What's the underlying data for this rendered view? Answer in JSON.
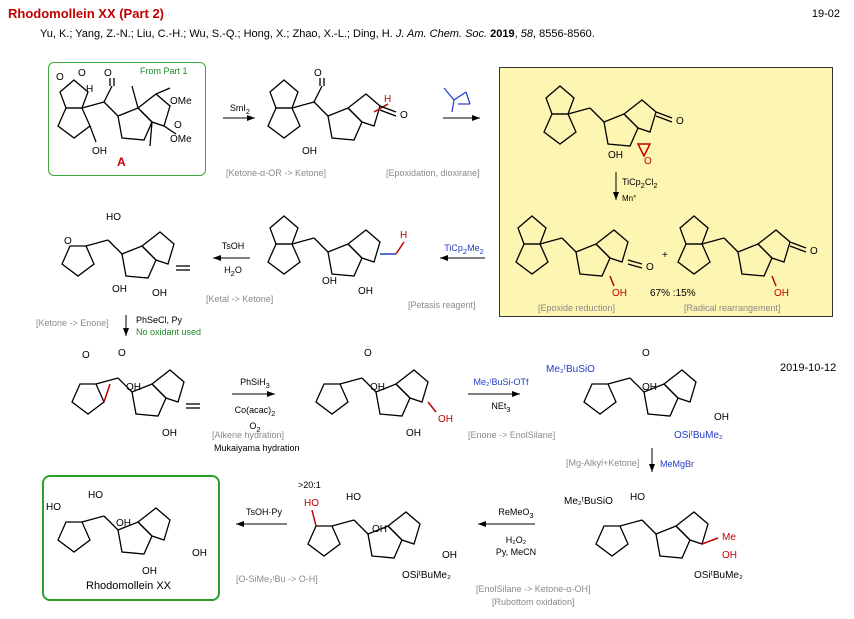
{
  "header": {
    "title": "Rhodomollein XX (Part 2)",
    "page_number": "19-02",
    "authors": "Yu, K.; Yang, Z.-N.; Liu, C.-H.; Wu, S.-Q.; Hong, X.; Zhao, X.-L.; Ding, H.",
    "journal": "J. Am. Chem. Soc.",
    "year": "2019",
    "volume": "58",
    "pages": ", 8556-8560."
  },
  "date": "2019-10-12",
  "compound_A": {
    "tag": "From Part 1",
    "label": "A"
  },
  "steps": {
    "s1": {
      "reagent": "SmI",
      "reagent_sub": "2",
      "desc": "[Ketone-α-OR -> Ketone]"
    },
    "s2": {
      "desc": "[Epoxidation, dioxirane]"
    },
    "s3": {
      "reagent": "TiCp",
      "reagent_sub": "2",
      "reagent_tail": "Cl",
      "reagent_sub2": "2",
      "reagent2": "Mn°"
    },
    "s3_products": {
      "desc_left": "[Epoxide reduction]",
      "desc_right": "[Radical rearrangement]",
      "ratio": "67% :15%",
      "plus": "+"
    },
    "s4": {
      "reagent": "TiCp",
      "reagent_sub": "2",
      "reagent_tail": "Me",
      "reagent_sub2": "2",
      "desc": "[Petasis reagent]"
    },
    "s5": {
      "reagent": "TsOH",
      "reagent2": "H",
      "reagent2_sub": "2",
      "reagent2_tail": "O",
      "desc": "[Ketal -> Ketone]"
    },
    "s6": {
      "desc": "[Ketone -> Enone]",
      "reagent": "PhSeCl, Py",
      "note": "No oxidant used"
    },
    "s7": {
      "reagent": "PhSiH",
      "reagent_sub": "3",
      "reagent2": "Co(acac)",
      "reagent2_sub": "2",
      "reagent3": "O",
      "reagent3_sub": "2",
      "desc": "[Alkene hydration]",
      "name": "Mukaiyama hydration"
    },
    "s8": {
      "reagent": "Me₂ᵗBuSi-OTf",
      "reagent2": "NEt",
      "reagent2_sub": "3",
      "desc": "[Enone -> EnolSilane]"
    },
    "s9": {
      "desc": "[Mg-Alkyl+Ketone]",
      "reagent": "MeMgBr"
    },
    "s10": {
      "reagent": "ReMeO",
      "reagent_sub": "3",
      "reagent2": "H₂O₂",
      "reagent3": "Py, MeCN",
      "desc": "[EnolSilane -> Ketone-α-OH]",
      "desc2": "[Rubottom oxidation]"
    },
    "s11": {
      "selectivity": ">20:1"
    },
    "s12": {
      "reagent": "TsOH·Py",
      "desc": "[O-SiMe₂ᵗBu -> O-H]"
    }
  },
  "final": {
    "label": "Rhodomollein XX"
  },
  "labels": {
    "OMe": "OMe",
    "O": "O",
    "H": "H",
    "OH": "OH",
    "HO": "HO",
    "Me": "Me",
    "OTBS": "OSiᵗBuMe₂",
    "TBSO": "Me₂ᵗBuSiO"
  },
  "colors": {
    "title": "#c00000",
    "highlight": "#c00000",
    "reagent_blue": "#1f3cc8",
    "green": "#1a8a2a",
    "yellow_box": "#fdf5b2"
  }
}
